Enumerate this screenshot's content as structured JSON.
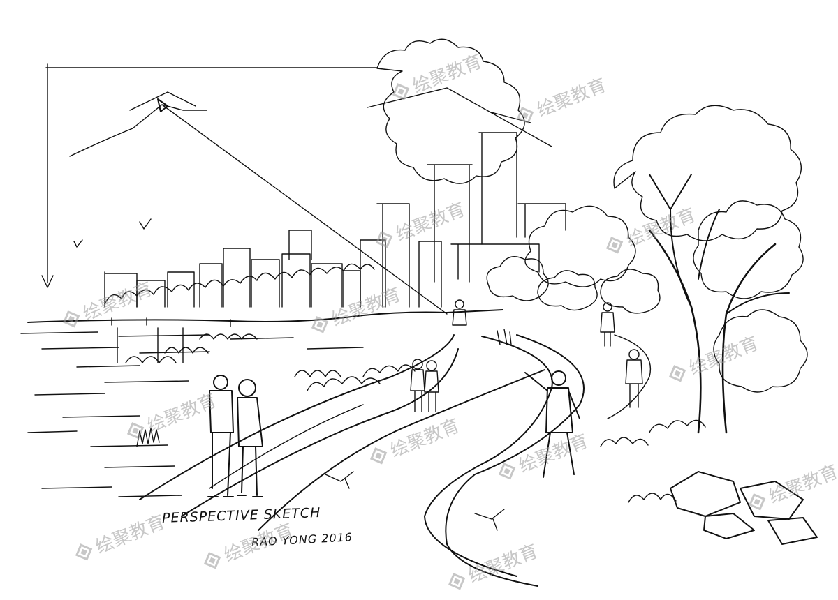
{
  "caption": {
    "title": "PERSPECTIVE SKETCH",
    "author": "RAO YONG 2016"
  },
  "watermark": {
    "text": "绘聚教育",
    "icon": "logo-icon"
  }
}
